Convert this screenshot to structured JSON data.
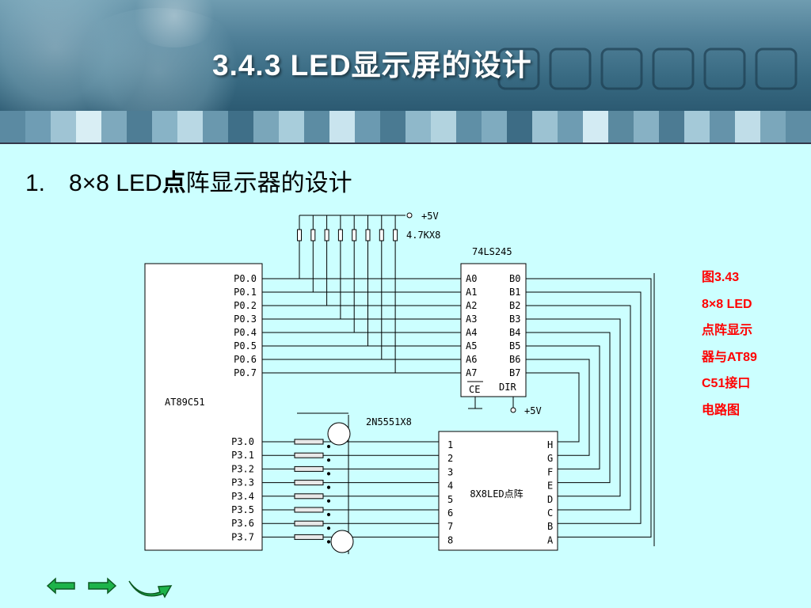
{
  "slide": {
    "title": "3.4.3  LED显示屏的设计",
    "subtitle_number": "1.",
    "subtitle_pre": "8×8 LED",
    "subtitle_bold": "点",
    "subtitle_post": "阵显示器的设计"
  },
  "caption": {
    "lines": [
      "图3.43",
      "8×8 LED",
      "点阵显示",
      "器与AT89",
      "C51接口",
      "电路图"
    ],
    "color": "#ff0000"
  },
  "diagram": {
    "chip_at89c51": {
      "name": "AT89C51",
      "port0_pins": [
        "P0.0",
        "P0.1",
        "P0.2",
        "P0.3",
        "P0.4",
        "P0.5",
        "P0.6",
        "P0.7"
      ],
      "port3_pins": [
        "P3.0",
        "P3.1",
        "P3.2",
        "P3.3",
        "P3.4",
        "P3.5",
        "P3.6",
        "P3.7"
      ]
    },
    "chip_74ls245": {
      "name": "74LS245",
      "a_pins": [
        "A0",
        "A1",
        "A2",
        "A3",
        "A4",
        "A5",
        "A6",
        "A7"
      ],
      "b_pins": [
        "B0",
        "B1",
        "B2",
        "B3",
        "B4",
        "B5",
        "B6",
        "B7"
      ],
      "ce_label": "CE",
      "dir_label": "DIR",
      "dir_supply": "+5V"
    },
    "pullups": {
      "supply": "+5V",
      "value": "4.7KX8"
    },
    "transistors": {
      "label": "2N5551X8"
    },
    "led_matrix": {
      "name": "8X8LED点阵",
      "row_pins": [
        "1",
        "2",
        "3",
        "4",
        "5",
        "6",
        "7",
        "8"
      ],
      "col_pins": [
        "H",
        "G",
        "F",
        "E",
        "D",
        "C",
        "B",
        "A"
      ]
    }
  },
  "navigation": {
    "prev_icon": "left-arrow-icon",
    "next_icon": "right-arrow-icon",
    "return_icon": "return-arrow-icon",
    "icon_color": "#00aa33"
  }
}
